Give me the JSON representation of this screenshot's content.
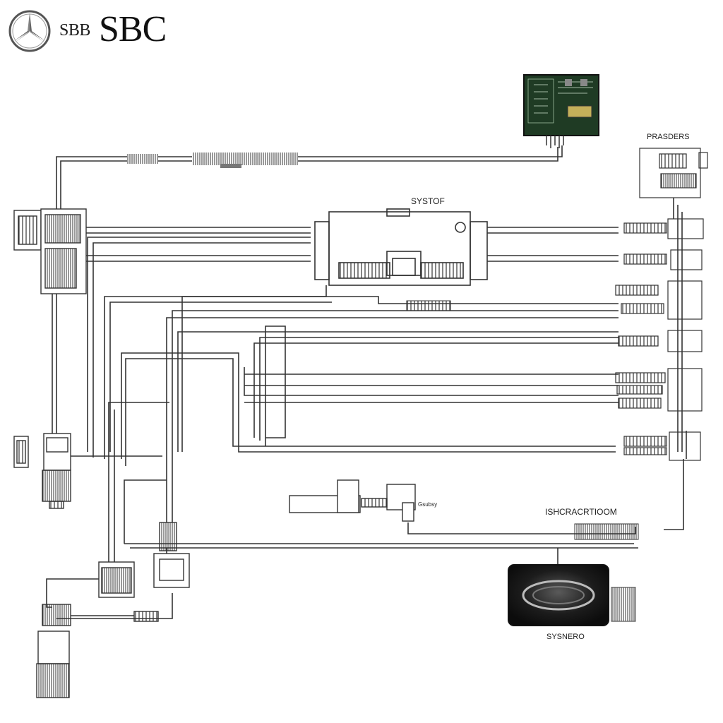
{
  "brand": {
    "small_text": "SBB",
    "large_text": "SBC",
    "logo_icon": "three-pointed-star-icon"
  },
  "labels": {
    "central_module": "SYSTOF",
    "top_right_panel": "PRASDERS",
    "bottom_right_connector": "ISHCRACRTIOOM",
    "bottom_right_display": "SYSNERO",
    "middle_plug": "Gsubsy"
  },
  "colors": {
    "background": "#ffffff",
    "wire": "#333333",
    "pcb_green": "#1f3b24",
    "display_dark": "#1c1c1c"
  }
}
